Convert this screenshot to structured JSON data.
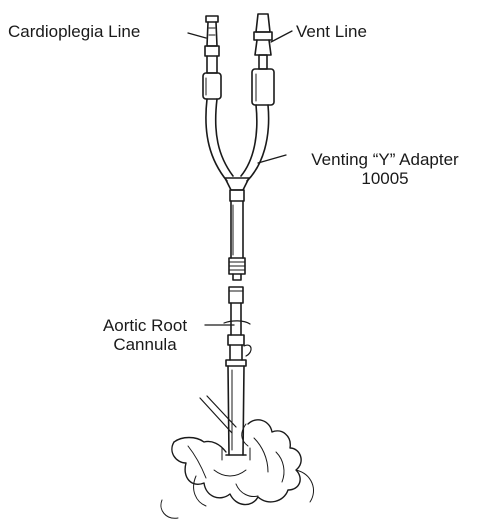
{
  "labels": {
    "cardioplegia_line": "Cardioplegia Line",
    "vent_line": "Vent Line",
    "venting_adapter": "Venting “Y” Adapter",
    "venting_adapter_code": "10005",
    "aortic_root": "Aortic Root",
    "cannula": "Cannula"
  }
}
